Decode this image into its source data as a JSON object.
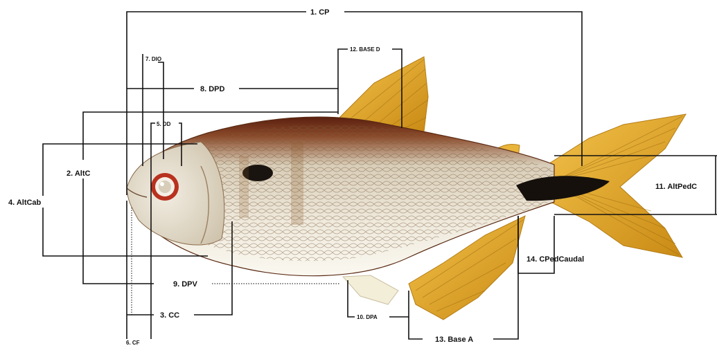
{
  "diagram": {
    "subject": "fish-morphometric-measurements",
    "labels": {
      "cp": "1. CP",
      "altc": "2. AltC",
      "cc": "3. CC",
      "altcab": "4. AltCab",
      "dd": "5. DD",
      "cf": "6. CF",
      "dio": "7. DIO",
      "dpd": "8. DPD",
      "dpv": "9. DPV",
      "dpa": "10. DPA",
      "altpedc": "11. AltPedC",
      "based": "12. BASE D",
      "basea": "13. Base A",
      "cpedcaudal": "14. CPedCaudal"
    },
    "colors": {
      "fin": "#e0a526",
      "back": "#6b2410",
      "body": "#ece4d4",
      "belly": "#f7f4ea",
      "eye": "#c0392b",
      "spot": "#1a1410",
      "line": "#111111"
    }
  }
}
